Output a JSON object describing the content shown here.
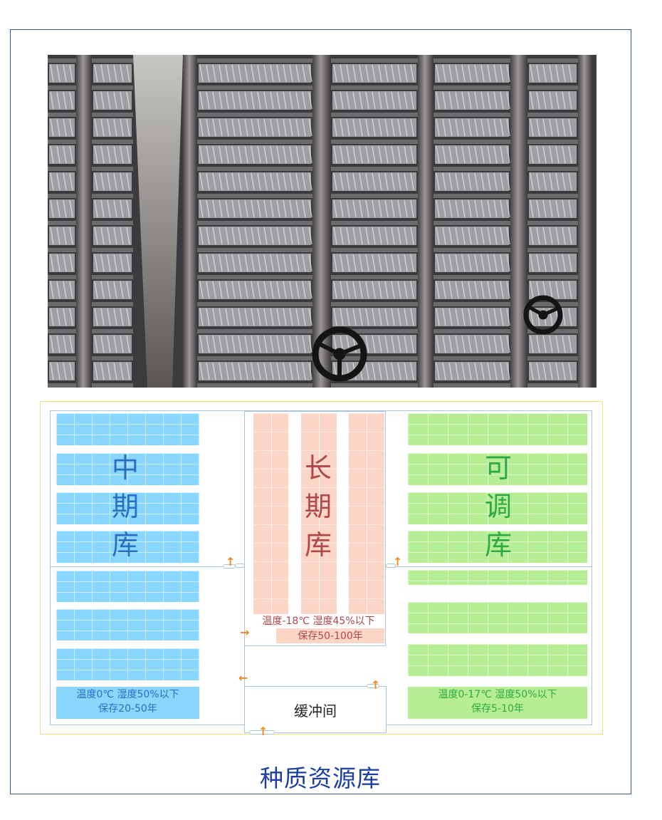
{
  "photo": {
    "alt": "seed storage shelves"
  },
  "plan": {
    "medium_term": {
      "title_chars": [
        "中",
        "期",
        "库"
      ],
      "conditions": "温度0℃ 湿度50%以下",
      "storage": "保存20-50年",
      "color": "#89d6ff",
      "text_color": "#2a6fc4"
    },
    "long_term": {
      "title_chars": [
        "长",
        "期",
        "库"
      ],
      "conditions": "温度-18℃ 湿度45%以下",
      "storage": "保存50-100年",
      "color": "#fbd6c6",
      "text_color": "#b0474d"
    },
    "adjustable": {
      "title_chars": [
        "可",
        "调",
        "库"
      ],
      "conditions": "温度0-17℃ 湿度50%以下",
      "storage": "保存5-10年",
      "color": "#b7ed95",
      "text_color": "#2eaa44"
    },
    "buffer_room": "缓冲间",
    "arrow_color": "#f08a1c"
  },
  "title": "种质资源库"
}
